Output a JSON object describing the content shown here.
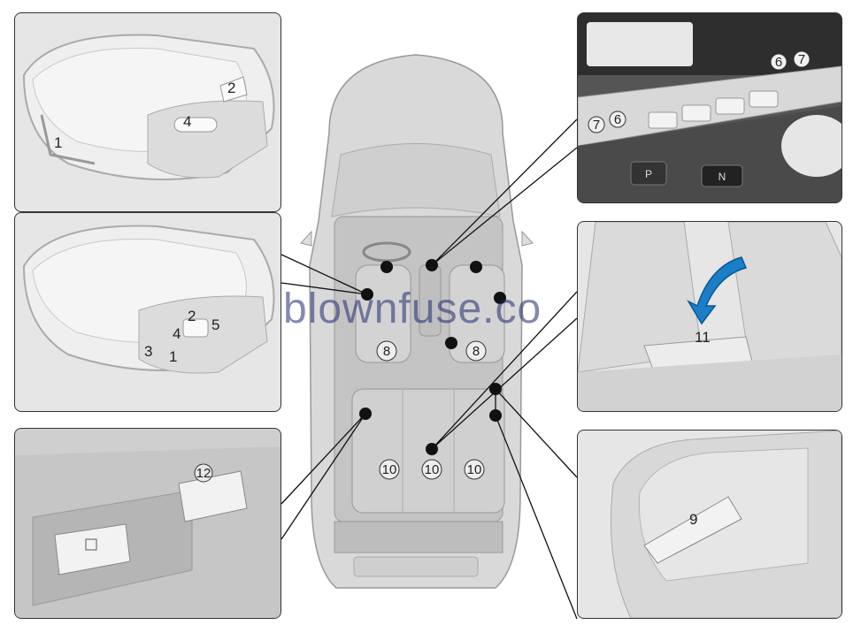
{
  "watermark": "blownfuse.co",
  "panels": {
    "top_left": {
      "labels": [
        "1",
        "2",
        "4"
      ]
    },
    "mid_left": {
      "labels": [
        "1",
        "2",
        "3",
        "4",
        "5"
      ]
    },
    "bottom_left": {
      "labels": [
        "12"
      ]
    },
    "top_right": {
      "labels": [
        "6",
        "7",
        "7",
        "6"
      ],
      "gear_p": "P",
      "gear_n": "N"
    },
    "mid_right": {
      "labels": [
        "11"
      ]
    },
    "bottom_right": {
      "labels": [
        "9"
      ]
    }
  },
  "car": {
    "labels": [
      "8",
      "8",
      "10",
      "10",
      "10"
    ]
  },
  "colors": {
    "arrow": "#1a7fc8",
    "marker": "#111111",
    "panel_bg": "#e6e6e6"
  }
}
